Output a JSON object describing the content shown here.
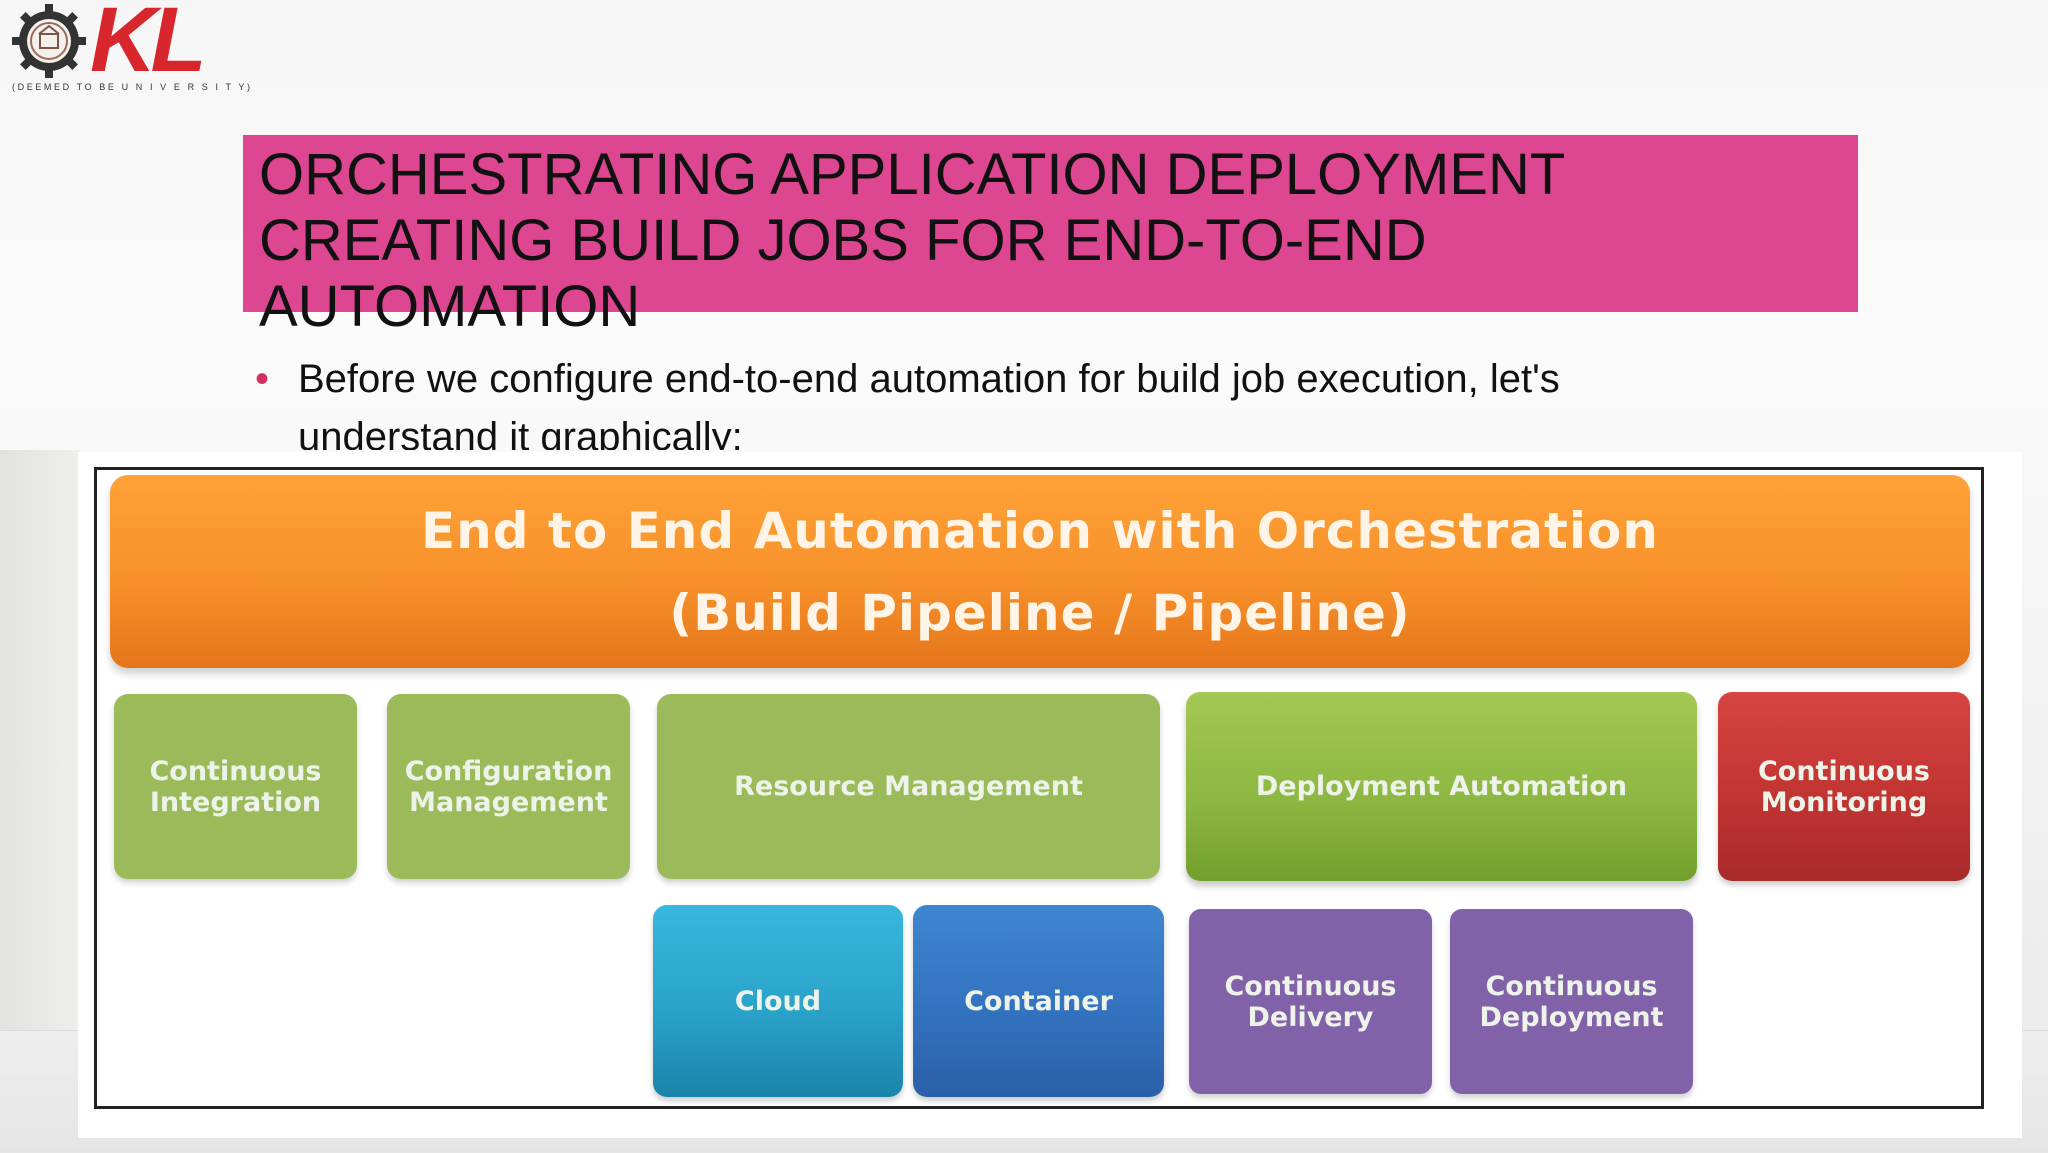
{
  "logo": {
    "letters": "KL",
    "tagline": "(DEEMED TO BE U N I V E R S I T Y)",
    "colors": {
      "red": "#d8262d",
      "gear": "#333333"
    }
  },
  "title": {
    "lines": [
      "ORCHESTRATING APPLICATION DEPLOYMENT",
      "CREATING BUILD JOBS FOR END-TO-END",
      "AUTOMATION"
    ],
    "band_color": "#dd4690"
  },
  "bullet": {
    "marker": "•",
    "text": "Before we configure end-to-end automation for build job execution, let's understand it graphically:"
  },
  "diagram": {
    "banner": {
      "line1": "End to End Automation with Orchestration",
      "line2": "(Build Pipeline / Pipeline)"
    },
    "row1": {
      "continuous_integration": [
        "Continuous",
        "Integration"
      ],
      "configuration_management": [
        "Configuration",
        "Management"
      ],
      "resource_management": "Resource Management",
      "deployment_automation": "Deployment Automation",
      "continuous_monitoring": [
        "Continuous",
        "Monitoring"
      ]
    },
    "row2": {
      "cloud": "Cloud",
      "container": "Container",
      "continuous_delivery": [
        "Continuous",
        "Delivery"
      ],
      "continuous_deployment": [
        "Continuous",
        "Deployment"
      ]
    },
    "colors": {
      "orange": "#f7902a",
      "green": "#9bbb5a",
      "red": "#c13432",
      "cyan": "#2aa2c9",
      "blue": "#3372bf",
      "purple": "#8162a8"
    }
  }
}
